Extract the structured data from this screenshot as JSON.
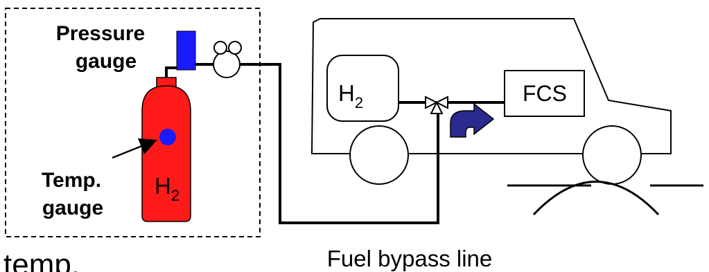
{
  "labels": {
    "pressure_line1": "Pressure",
    "pressure_line2": "gauge",
    "temp_line1": "Temp.",
    "temp_line2": "gauge",
    "cylinder_h": "H",
    "cylinder_sub": "2",
    "tank_h": "H",
    "tank_sub": "2",
    "fcs": "FCS",
    "bypass": "Fuel bypass line",
    "cut_text": "temp."
  },
  "colors": {
    "cylinder": "#ff1a1a",
    "pressure_gauge": "#1a1aff",
    "temp_gauge": "#1a1aff",
    "arrow": "#2a2a8f",
    "line": "#000000"
  }
}
